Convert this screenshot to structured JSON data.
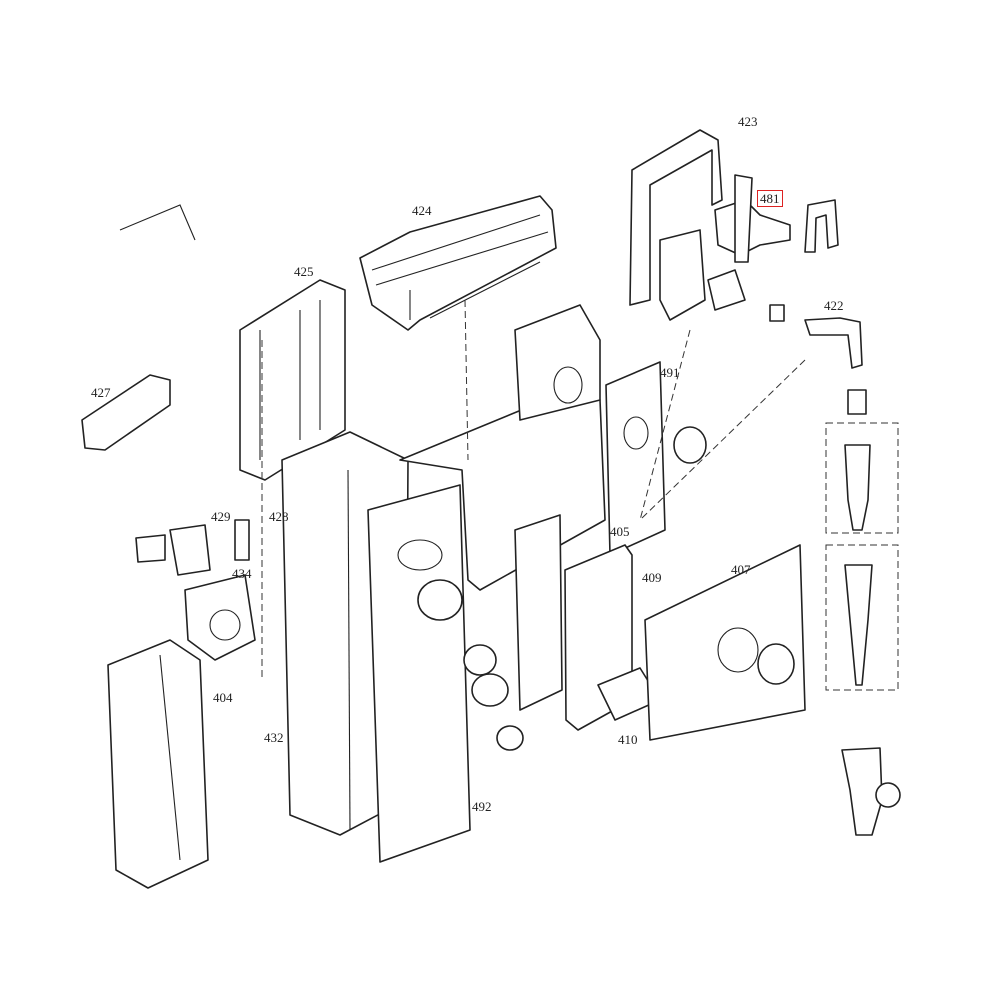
{
  "diagram": {
    "type": "exploded-parts-diagram",
    "highlight_color": "#dd2222",
    "highlighted_part": "481",
    "labels": {
      "p423": "423",
      "p481": "481",
      "p424": "424",
      "p425": "425",
      "p422": "422",
      "p427": "427",
      "p491": "491",
      "p429": "429",
      "p428": "428",
      "p405": "405",
      "p409": "409",
      "p434": "434",
      "p407": "407",
      "p404": "404",
      "p432": "432",
      "p410": "410",
      "p492": "492"
    }
  }
}
